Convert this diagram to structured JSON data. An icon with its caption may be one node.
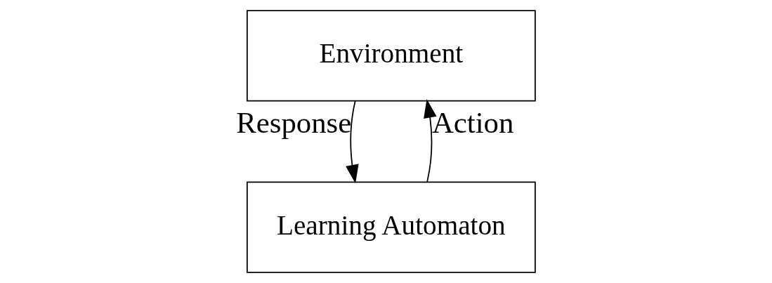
{
  "diagram": {
    "nodes": [
      {
        "text": [
          "Environment"
        ]
      },
      {
        "text": [
          "Learning Automaton"
        ]
      }
    ],
    "edges": [
      {
        "from": 1,
        "to": 0,
        "arrow": "to",
        "label": "Action"
      },
      {
        "from": 0,
        "to": 1,
        "arrow": "to",
        "label": "Response"
      }
    ]
  }
}
